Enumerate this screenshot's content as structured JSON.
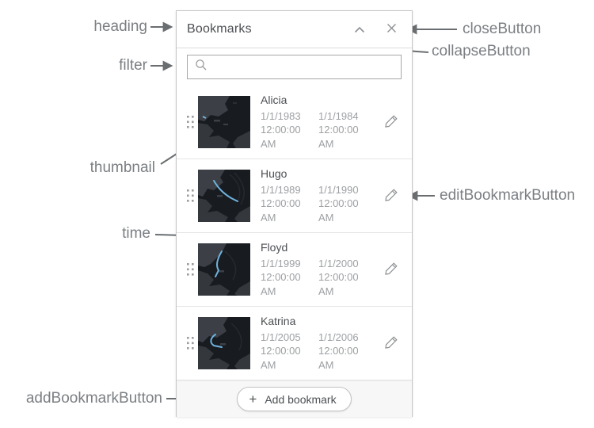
{
  "panel": {
    "heading": "Bookmarks",
    "filter": {
      "value": "",
      "placeholder": ""
    },
    "bookmarks": [
      {
        "name": "Alicia",
        "start": "1/1/1983 12:00:00 AM",
        "end": "1/1/1984 12:00:00 AM"
      },
      {
        "name": "Hugo",
        "start": "1/1/1989 12:00:00 AM",
        "end": "1/1/1990 12:00:00 AM"
      },
      {
        "name": "Floyd",
        "start": "1/1/1999 12:00:00 AM",
        "end": "1/1/2000 12:00:00 AM"
      },
      {
        "name": "Katrina",
        "start": "1/1/2005 12:00:00 AM",
        "end": "1/1/2006 12:00:00 AM"
      }
    ],
    "add_button": {
      "icon": "+",
      "label": "Add bookmark"
    }
  },
  "annotations": {
    "heading": "heading",
    "filter": "filter",
    "thumbnail": "thumbnail",
    "time": "time",
    "addBookmarkButton": "addBookmarkButton",
    "closeButton": "closeButton",
    "collapseButton": "collapseButton",
    "editBookmarkButton": "editBookmarkButton"
  },
  "colors": {
    "annotation_text": "#7b7f83",
    "arrow": "#6a6e71",
    "panel_border": "#c6c6c6",
    "title_text": "#4c4f53",
    "time_text": "#9da0a3",
    "icon_gray": "#8d9093",
    "footer_bg": "#f7f7f7",
    "track_blue": "#6fb2de"
  },
  "icons": {
    "search": "magnifier",
    "collapse": "chevron-up",
    "close": "x",
    "drag": "dots-grid",
    "edit": "pencil",
    "add": "plus"
  }
}
